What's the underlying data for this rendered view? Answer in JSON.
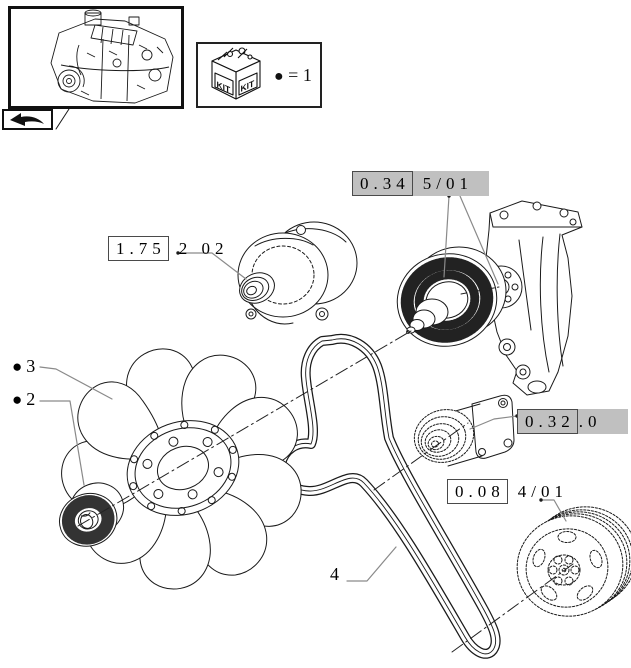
{
  "legend": {
    "kit_label": "KIT",
    "bullet": "●",
    "equals_text": "= 1"
  },
  "refs": {
    "alternator": {
      "boxed": "1.75",
      "rest": "2 02",
      "highlighted": false
    },
    "fan_drive": {
      "boxed": "0.34",
      "rest": "5/01",
      "highlighted": true
    },
    "water_pump": {
      "boxed": "0.32",
      "rest": ".0",
      "highlighted": true
    },
    "crankshaft_pulley": {
      "boxed": "0.08",
      "rest": "4/01",
      "highlighted": false
    }
  },
  "callouts": {
    "item3": {
      "bullet": "●",
      "number": "3"
    },
    "item2": {
      "bullet": "●",
      "number": "2"
    },
    "item4": {
      "number": "4"
    }
  },
  "icons": {
    "continuation_arrow": "page-continuation-arrow",
    "kit_cube": "kit-box-cube"
  },
  "colors": {
    "highlight": "#c0c0c0",
    "line": "#1a1a1a",
    "leader": "#8a8a8a"
  }
}
